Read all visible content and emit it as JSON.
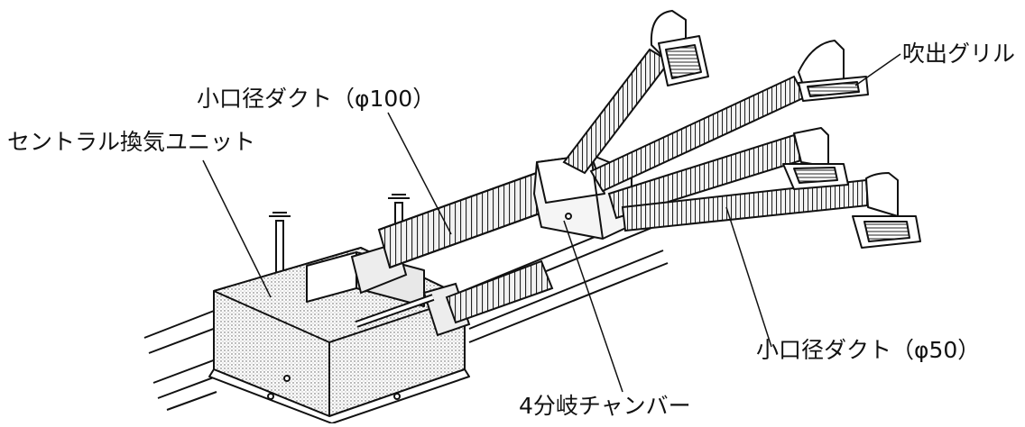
{
  "labels": {
    "grille": "吹出グリル",
    "duct_100": "小口径ダクト（φ100）",
    "central_unit": "セントラル換気ユニット",
    "duct_50": "小口径ダクト（φ50）",
    "chamber": "4分岐チャンバー"
  },
  "colors": {
    "line": "#111111",
    "fill": "#ffffff",
    "unit_shade": "#d9d9d9",
    "duct_shade": "#ededed"
  }
}
